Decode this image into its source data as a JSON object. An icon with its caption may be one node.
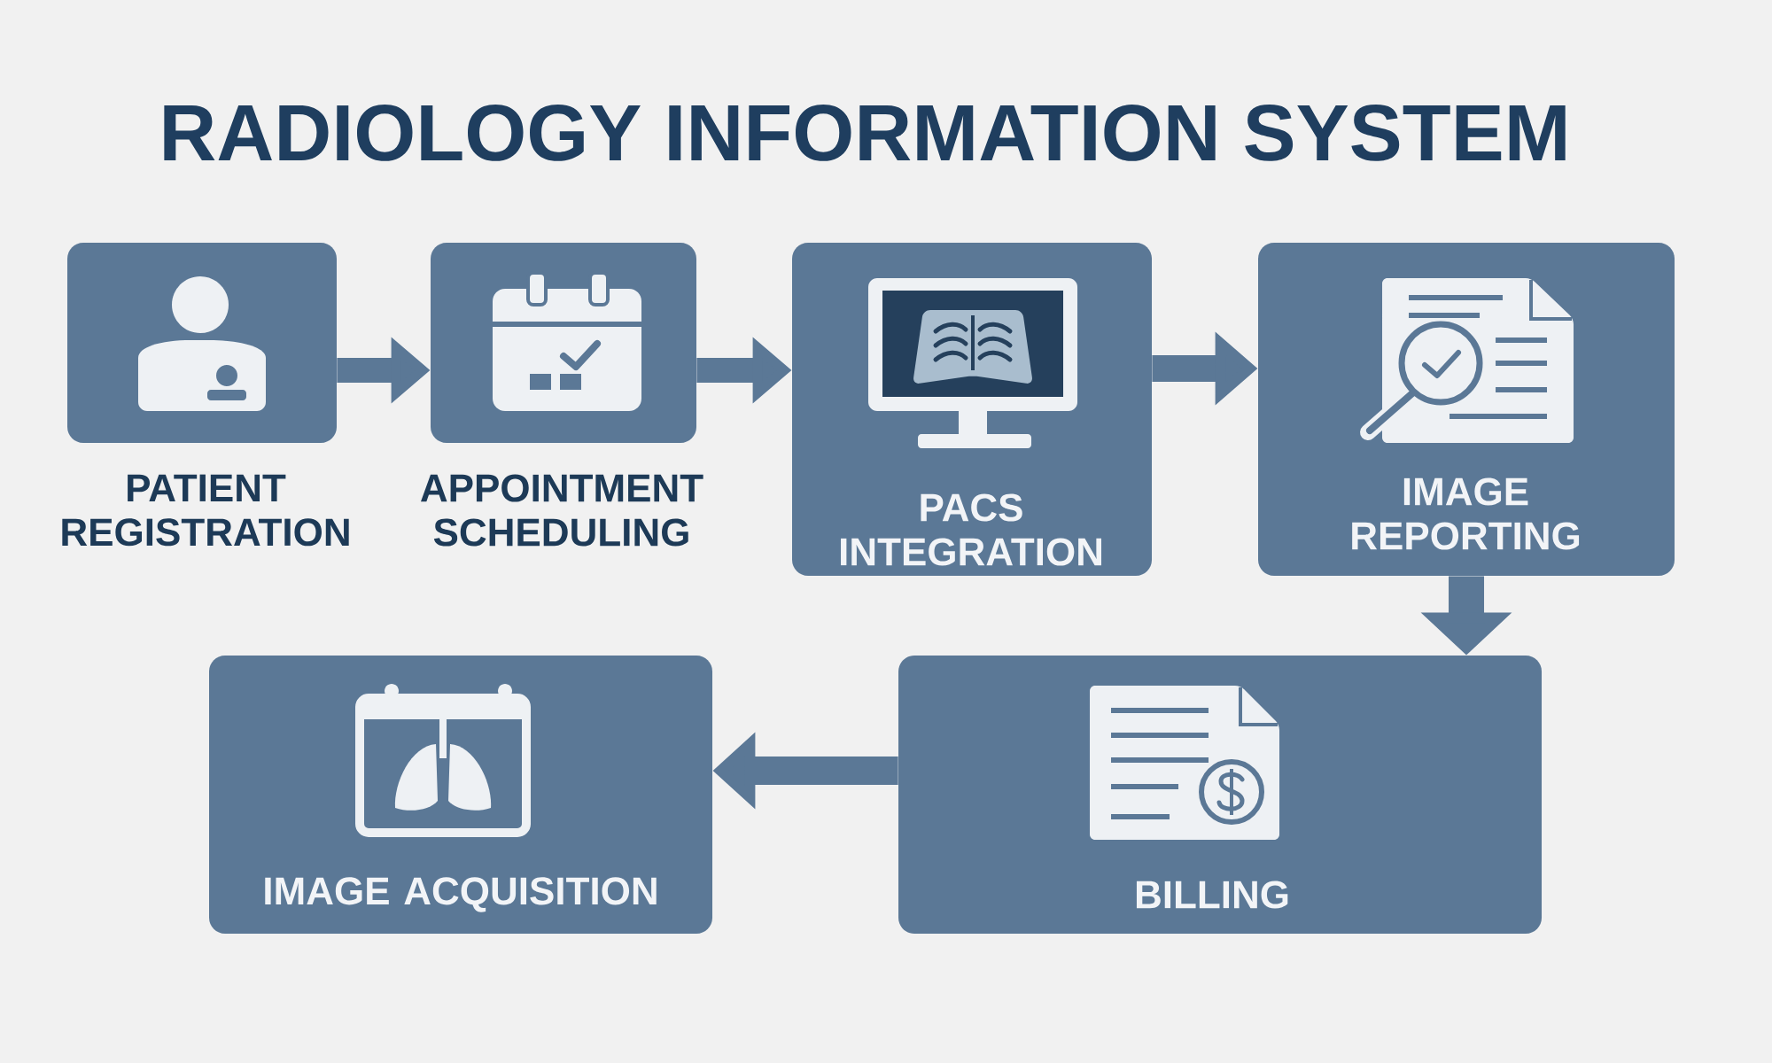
{
  "diagram": {
    "title": "RADIOLOGY INFORMATION SYSTEM",
    "nodes": [
      {
        "text": [
          "PATIENT REGISTRATION"
        ]
      },
      {
        "text": [
          "APPOINTMENT SCHEDULING"
        ]
      },
      {
        "text": [
          "PACS INTEGRATION"
        ]
      },
      {
        "text": [
          "IMAGE REPORTING"
        ]
      },
      {
        "text": [
          "BILLING"
        ]
      },
      {
        "text": [
          "IMAGE ACQUISITION"
        ]
      }
    ],
    "edges": [
      {
        "from": 0,
        "to": 1,
        "arrow": "to"
      },
      {
        "from": 1,
        "to": 2,
        "arrow": "to"
      },
      {
        "from": 2,
        "to": 3,
        "arrow": "to"
      },
      {
        "from": 3,
        "to": 4,
        "arrow": "to"
      },
      {
        "from": 4,
        "to": 5,
        "arrow": "to"
      }
    ]
  }
}
